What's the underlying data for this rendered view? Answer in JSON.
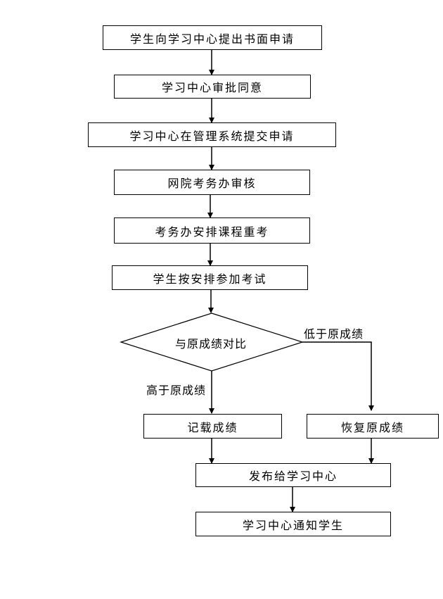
{
  "flowchart": {
    "nodes": {
      "apply": "学生向学习中心提出书面申请",
      "approve": "学习中心审批同意",
      "submit": "学习中心在管理系统提交申请",
      "review": "网院考务办审核",
      "schedule": "考务办安排课程重考",
      "take_exam": "学生按安排参加考试",
      "compare": "与原成绩对比",
      "record": "记载成绩",
      "restore": "恢复原成绩",
      "publish": "发布给学习中心",
      "notify": "学习中心通知学生"
    },
    "edge_labels": {
      "lower": "低于原成绩",
      "higher": "高于原成绩"
    }
  }
}
